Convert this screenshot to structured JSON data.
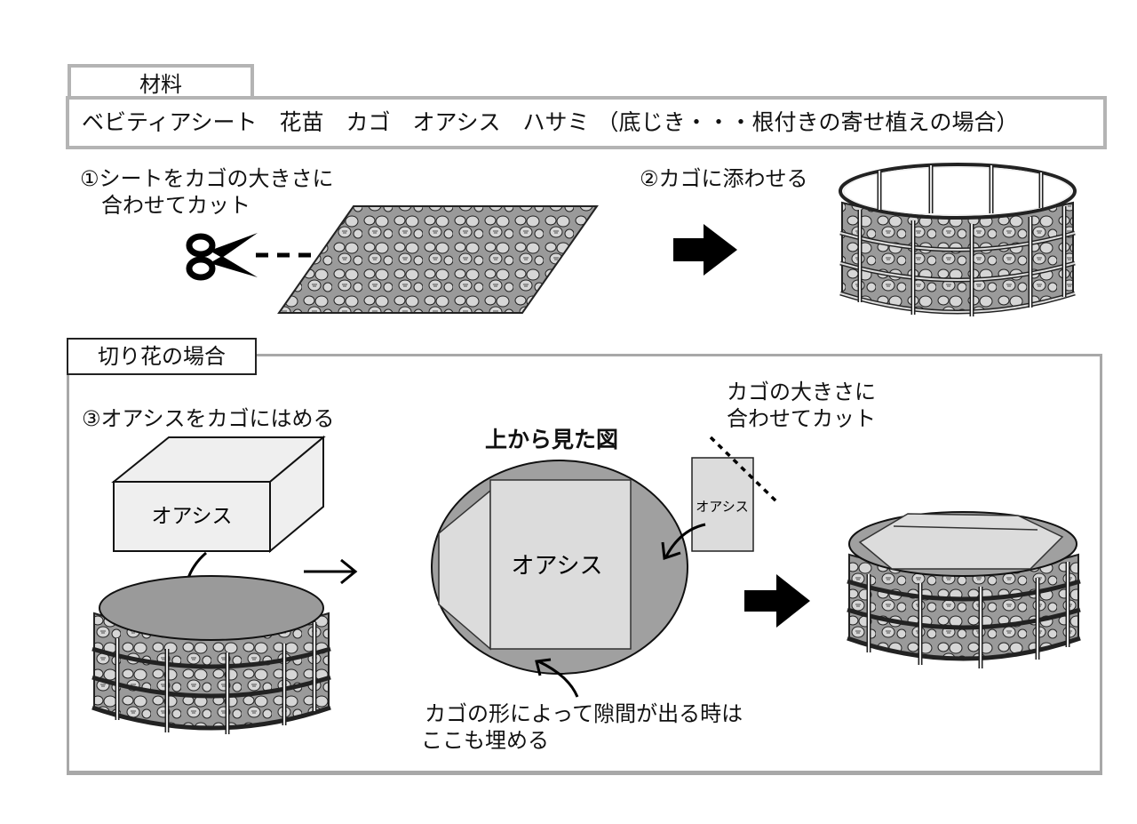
{
  "materials": {
    "title": "材料",
    "items_text": "ベビティアシート　花苗　カゴ　オアシス　ハサミ （底じき・・・根付きの寄せ植えの場合）"
  },
  "steps": {
    "step1": {
      "line1": "①シートをカゴの大きさに",
      "line2": "　合わせてカット"
    },
    "step2": {
      "line1": "②カゴに添わせる"
    }
  },
  "cut_flowers": {
    "title": "切り花の場合",
    "step3": "③オアシスをカゴにはめる",
    "oasis_block_label": "オアシス",
    "top_view_title": "上から見た図",
    "top_view_oasis_label": "オアシス",
    "small_oasis_label": "オアシス",
    "cut_note_line1": "カゴの大きさに",
    "cut_note_line2": "合わせてカット",
    "gap_note_line1": "カゴの形によって隙間が出る時は",
    "gap_note_line2": "ここも埋める"
  },
  "icons": {
    "scissors": "scissors-icon",
    "arrow_right": "arrow-right-icon"
  },
  "colors": {
    "frame_gray": "#b4b4b4",
    "sheet_gray": "#9a9a9a",
    "pebble_gray": "#d6d6d6",
    "oasis_light": "#dcdcdc",
    "black": "#000000"
  }
}
